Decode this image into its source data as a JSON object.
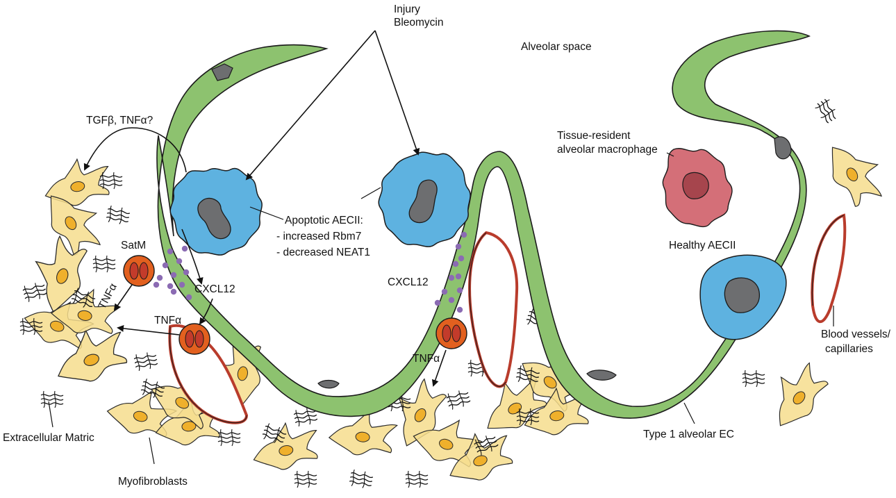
{
  "labels": {
    "injury_line1": "Injury",
    "injury_line2": "Bleomycin",
    "alveolar_space": "Alveolar space",
    "tgf_tnf": "TGFβ, TNFα?",
    "tissue_resident_line1": "Tissue-resident",
    "tissue_resident_line2": "alveolar macrophage",
    "apoptotic_line1": "Apoptotic AECII:",
    "apoptotic_line2": "- increased Rbm7",
    "apoptotic_line3": "- decreased NEAT1",
    "satm": "SatM",
    "cxcl12_left": "CXCL12",
    "cxcl12_right": "CXCL12",
    "tnf_rotated": "TNFα",
    "tnf_left": "TNFα",
    "tnf_center": "TNFα",
    "healthy_aecii": "Healthy AECII",
    "blood_vessels_line1": "Blood vessels/",
    "blood_vessels_line2": "capillaries",
    "extracellular_matrix": "Extracellular Matric",
    "myofibroblasts": "Myofibroblasts",
    "type1_ec": "Type 1 alveolar EC"
  },
  "colors": {
    "type1_ec_green": "#8dc26f",
    "apoptotic_blue": "#5eb2e0",
    "nucleus_gray": "#6d6e70",
    "macrophage_pink": "#d46f78",
    "satm_orange": "#e2601f",
    "satm_nucleus_red": "#c33b2b",
    "vessel_red": "#b93c2c",
    "myofibroblast_yellow": "#f6dd8d",
    "myofibroblast_nucleus": "#efb02c",
    "cxcl12_dot_purple": "#8b6bb3"
  }
}
